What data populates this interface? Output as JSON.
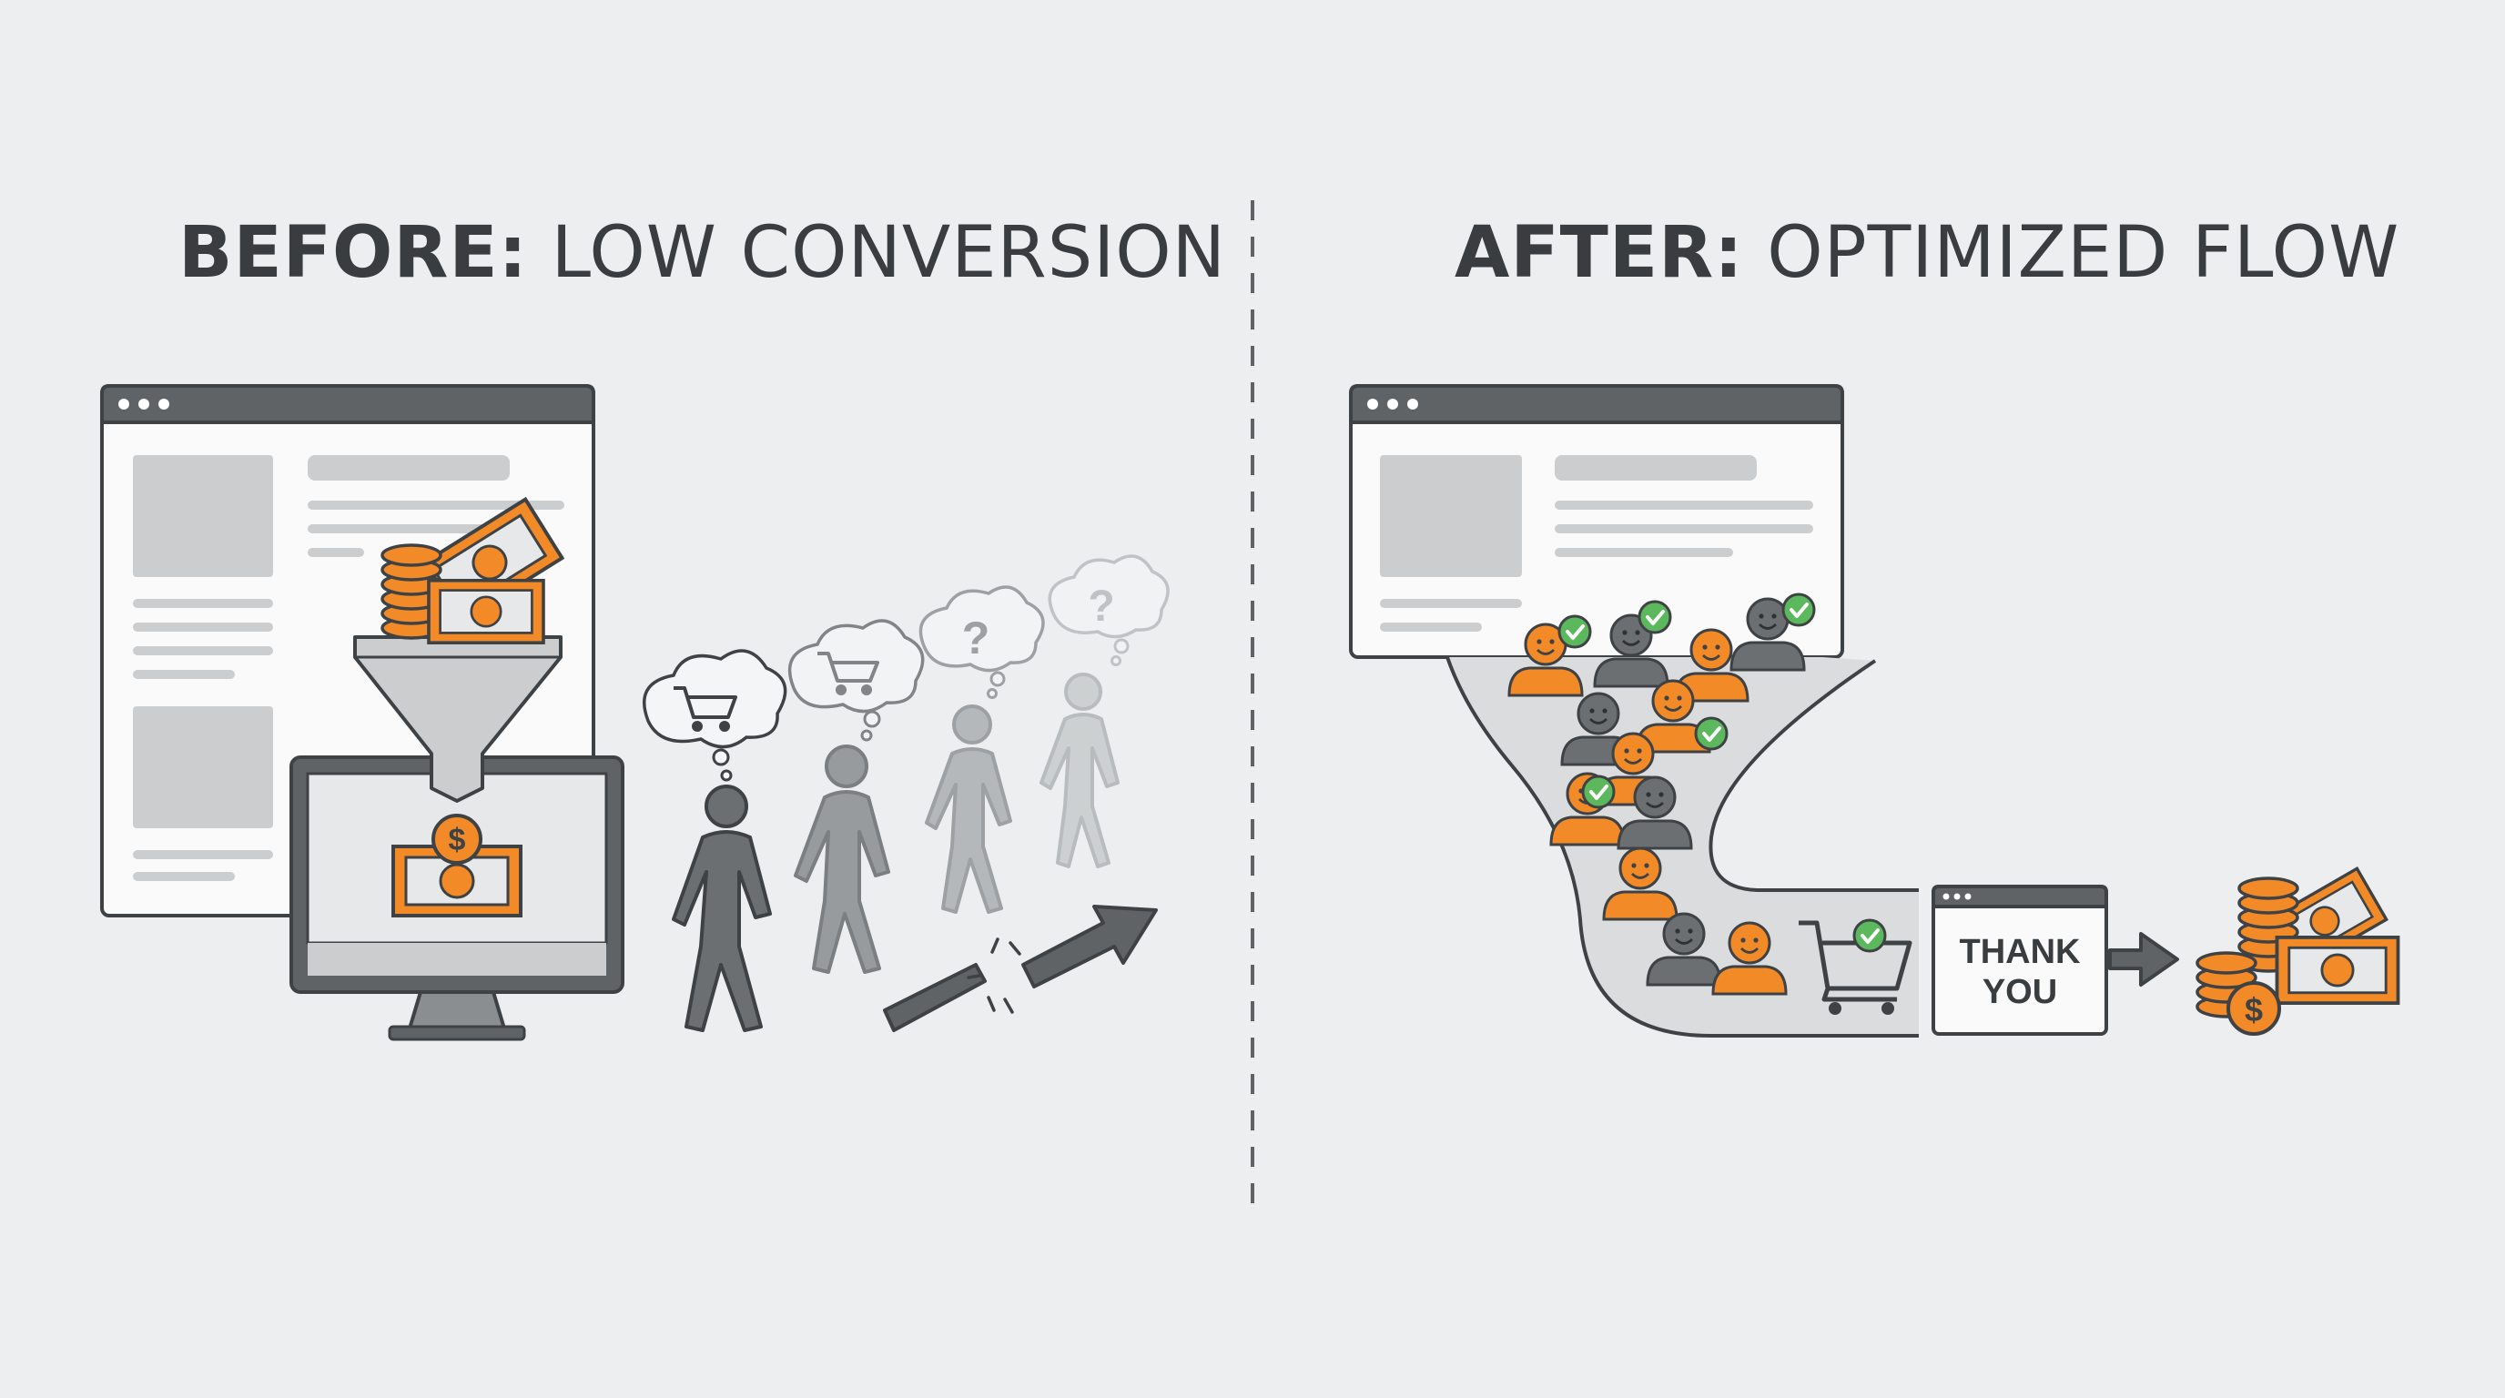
{
  "before": {
    "title_bold": "BEFORE:",
    "title_rest": "LOW CONVERSION"
  },
  "after": {
    "title_bold": "AFTER:",
    "title_rest": "OPTIMIZED FLOW",
    "thank_you_line1": "THANK",
    "thank_you_line2": "YOU"
  },
  "icons": {
    "dollar_symbol": "$",
    "question_symbol": "?"
  },
  "colors": {
    "orange": "#f28a27",
    "dark_gray": "#5f6366",
    "outline": "#3f4245",
    "green": "#5cb85c",
    "background": "#eceeef"
  }
}
